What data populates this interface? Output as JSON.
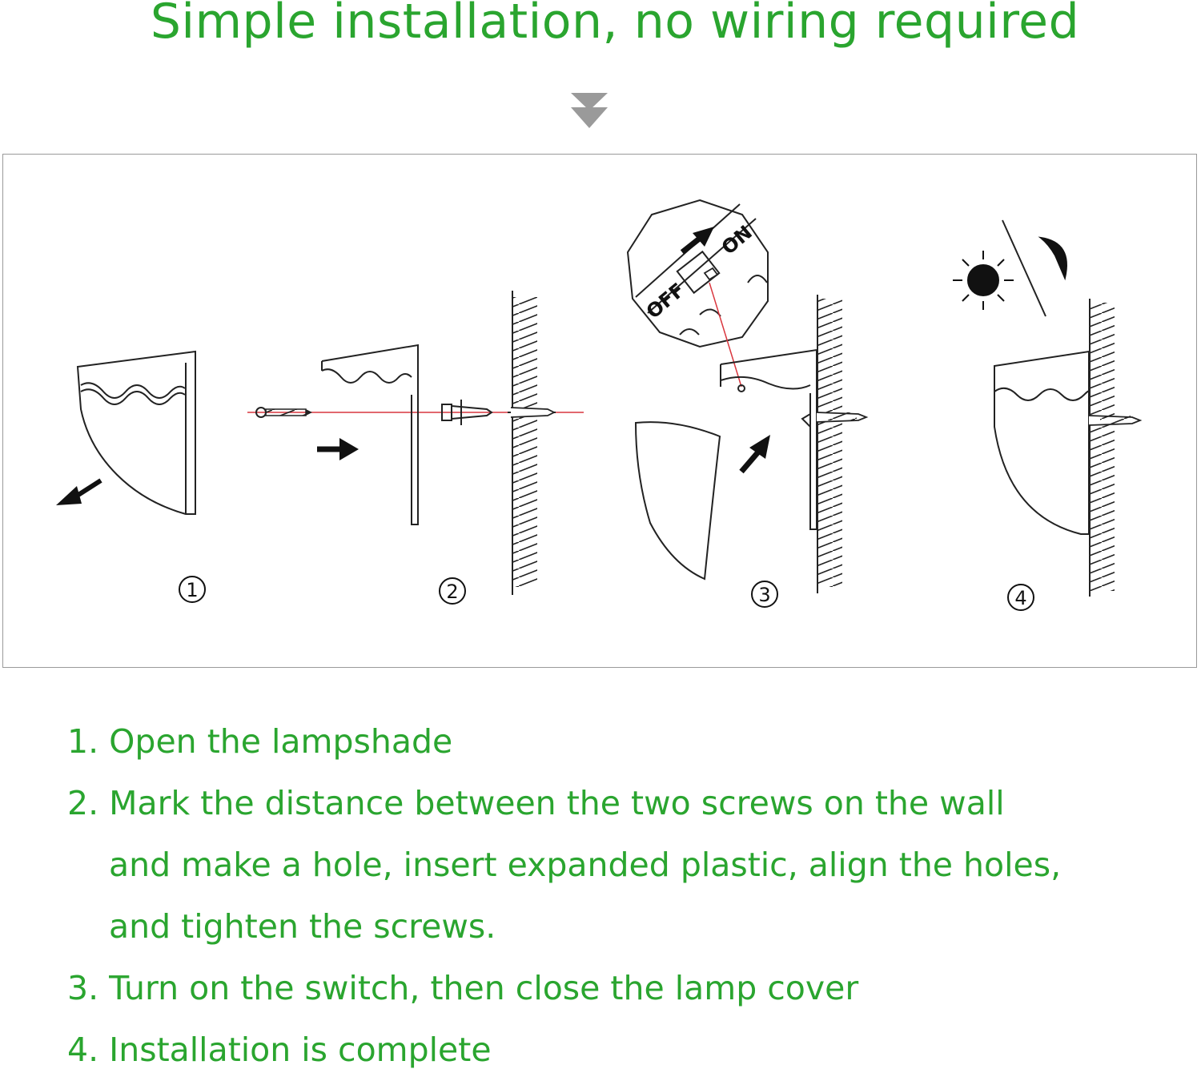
{
  "header": {
    "title": "Simple installation, no wiring required",
    "title_color": "#2aa52f"
  },
  "diagram": {
    "step_numbers": [
      "1",
      "2",
      "3",
      "4"
    ],
    "switch_on_label": "ON",
    "switch_off_label": "OFF",
    "icons": [
      "down-arrow-icon",
      "sun-icon",
      "moon-icon",
      "arrow-icon",
      "screw-icon",
      "wall-anchor-icon"
    ]
  },
  "instructions": {
    "step1": "1. Open the lampshade",
    "step2_line1": "2. Mark the distance between the two screws on the wall",
    "step2_line2": "and make a hole, insert expanded plastic, align the holes,",
    "step2_line3": "and tighten the screws.",
    "step3": "3. Turn on the switch, then close the lamp cover",
    "step4": "4. Installation is complete"
  }
}
